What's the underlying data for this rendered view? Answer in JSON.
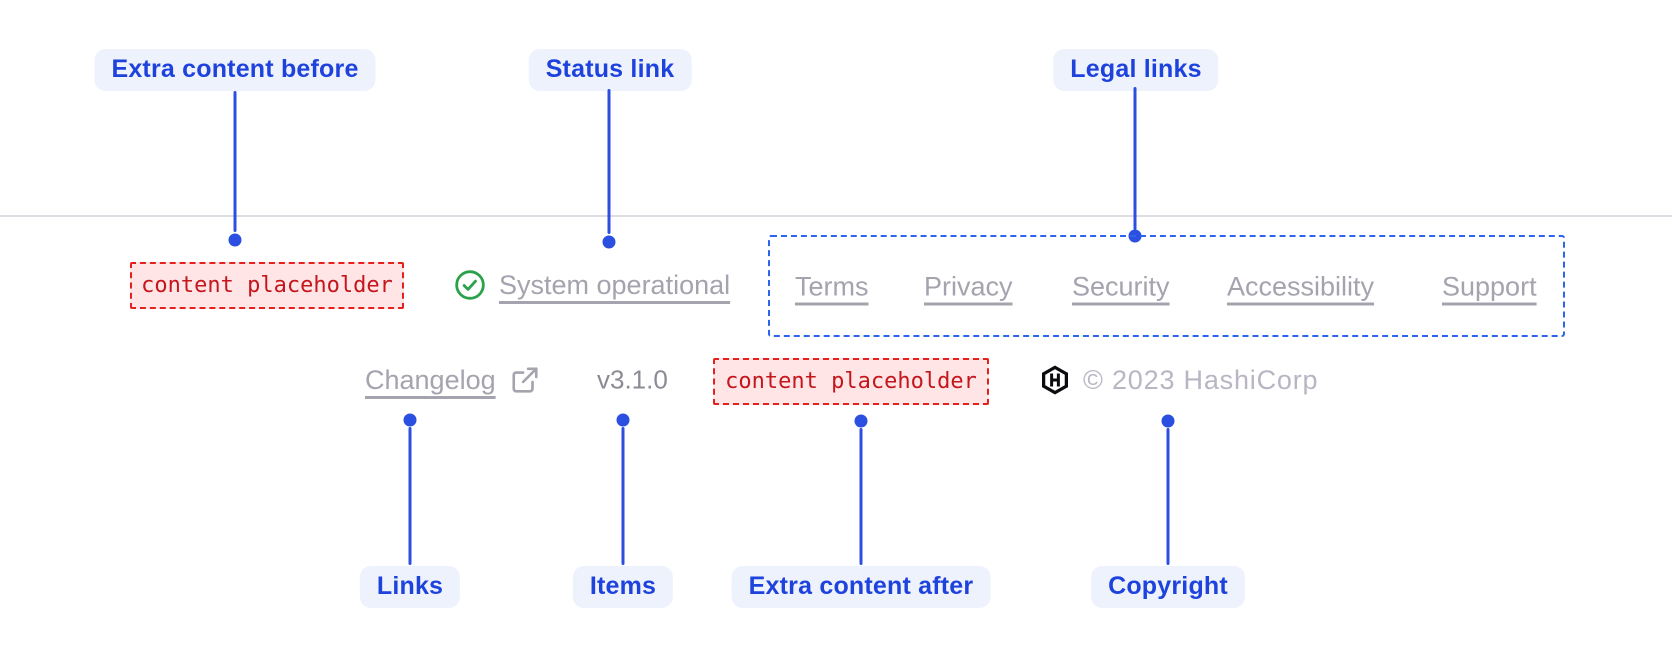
{
  "colors": {
    "annotation_text": "#1e43dd",
    "annotation_pill_bg": "#eef2fd",
    "connector_blue": "#2b4fe0",
    "legal_box_border": "#2d64ee",
    "placeholder_bg": "#ffe5e5",
    "placeholder_border": "#e5201d",
    "placeholder_text": "#c4161c",
    "footer_link_gray": "#a4a3ae",
    "version_gray": "#8c8b95",
    "copyright_gray": "#b9b5c3",
    "status_green": "#2ba14a",
    "logo_black": "#0b0b0f",
    "divider_gray": "#dedde4"
  },
  "annotations": {
    "extra_content_before": "Extra content before",
    "status_link": "Status link",
    "legal_links": "Legal links",
    "links": "Links",
    "items": "Items",
    "extra_content_after": "Extra content after",
    "copyright": "Copyright"
  },
  "footer": {
    "extra_content_before": "content placeholder",
    "status": {
      "label": "System operational",
      "icon": "check-circle-icon"
    },
    "legal_links": [
      "Terms",
      "Privacy",
      "Security",
      "Accessibility",
      "Support"
    ],
    "changelog": {
      "label": "Changelog",
      "icon": "external-link-icon"
    },
    "version": "v3.1.0",
    "extra_content_after": "content placeholder",
    "copyright": {
      "text": "© 2023 HashiCorp",
      "logo": "hashicorp-logo"
    }
  }
}
